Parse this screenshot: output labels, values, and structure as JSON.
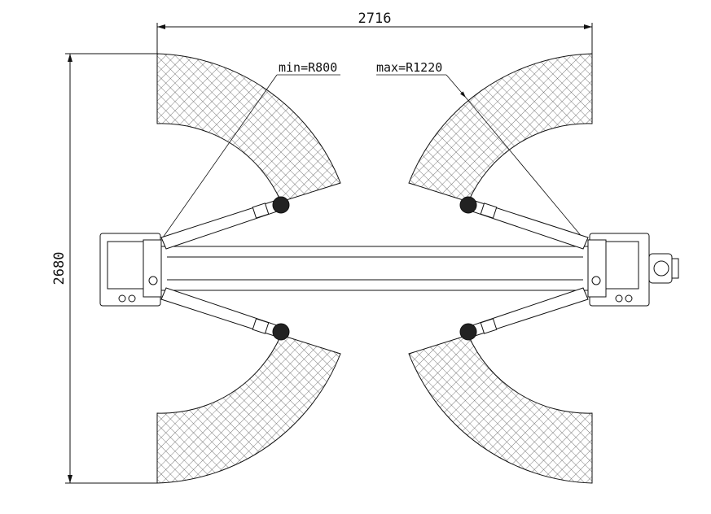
{
  "dimensions": {
    "width_label": "2716",
    "height_label": "2680"
  },
  "annotations": {
    "min_radius": "min=R800",
    "max_radius": "max=R1220"
  },
  "colors": {
    "line": "#111111",
    "hatch": "#333333"
  }
}
